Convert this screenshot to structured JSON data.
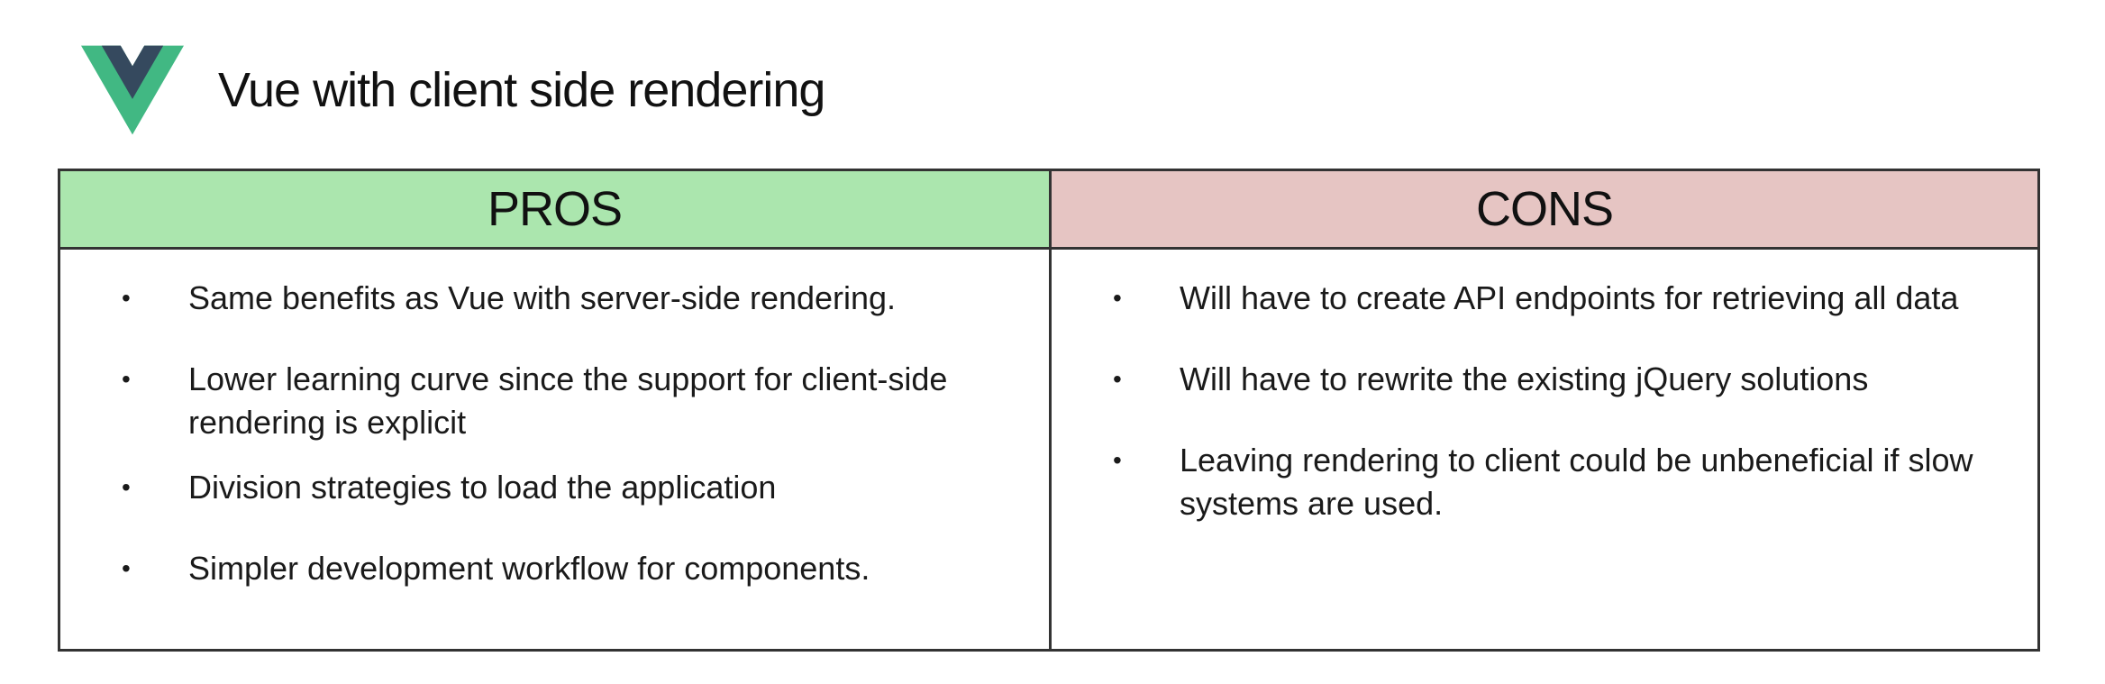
{
  "header": {
    "logo": "vue-logo",
    "title": "Vue with client side rendering"
  },
  "colors": {
    "vue_green": "#41b883",
    "vue_dark": "#35495e",
    "pros_header": "#abe6ae",
    "cons_header": "#e6c5c3",
    "border": "#333333"
  },
  "table": {
    "pros": {
      "heading": "PROS",
      "items": [
        "Same benefits as Vue with server-side rendering.",
        "Lower learning curve since the support for client-side rendering is explicit",
        "Division strategies to load the application",
        "Simpler development workflow for components."
      ]
    },
    "cons": {
      "heading": "CONS",
      "items": [
        "Will have to create API endpoints for retrieving all data",
        "Will have to rewrite the existing jQuery solutions",
        "Leaving rendering to client could be unbeneficial if slow systems are used."
      ]
    }
  }
}
